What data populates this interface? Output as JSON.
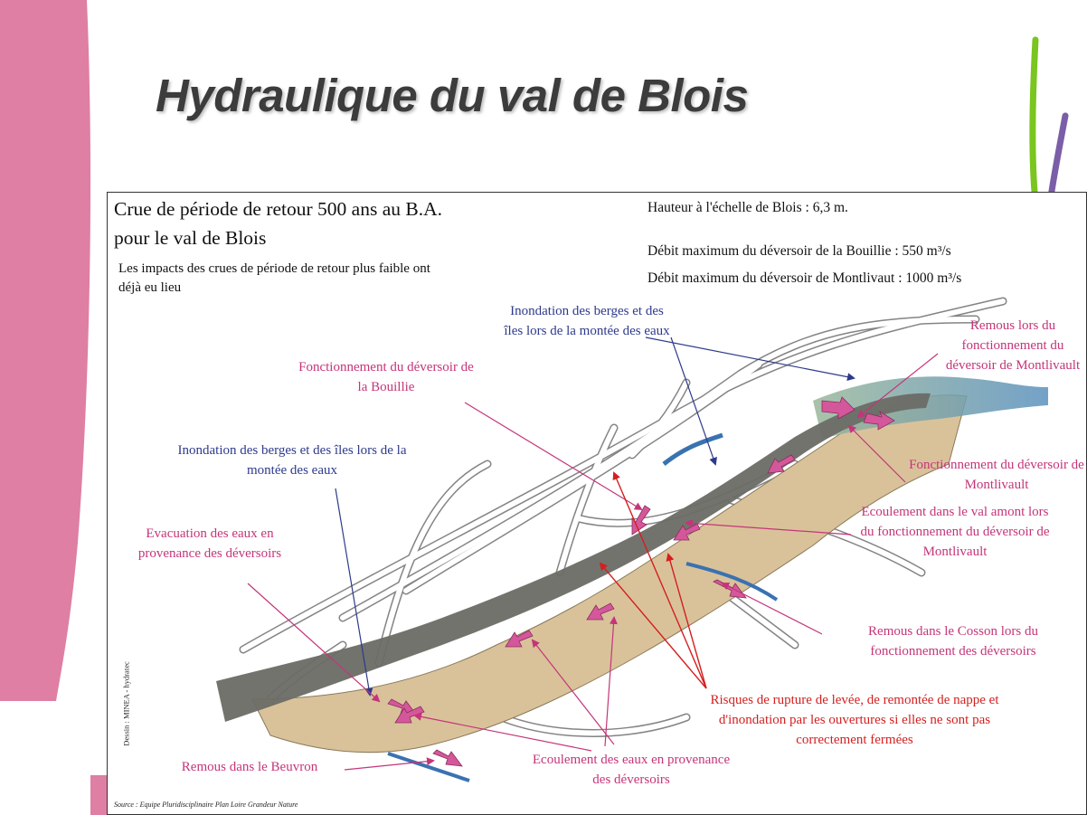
{
  "slide": {
    "title": "Hydraulique du val de Blois",
    "colors": {
      "pink_bar": "#de7fa3",
      "green_line": "#7ac51f",
      "purple_line": "#7b5ea7",
      "label_pink": "#c43579",
      "label_blue": "#2d3a8c",
      "label_red": "#d41f1f",
      "flood_zone": "#d9c29a",
      "river": "#6b6b66",
      "water_blue": "#3a72b0"
    }
  },
  "map": {
    "heading_line1": "Crue de période de retour 500 ans au B.A.",
    "heading_line2": "pour le val de Blois",
    "note": "Les impacts des crues de période de retour plus faible ont déjà eu lieu",
    "info": {
      "hauteur": "Hauteur à l'échelle de Blois : 6,3 m.",
      "debit_bouillie": "Débit maximum du déversoir de la Bouillie : 550 m³/s",
      "debit_montlivault": "Débit maximum du déversoir de Montlivaut : 1000 m³/s"
    },
    "labels": {
      "inondation_top": "Inondation des berges et des îles lors de la montée des eaux",
      "remous_montlivault": "Remous lors du fonctionnement du déversoir de Montlivault",
      "fonct_bouillie": "Fonctionnement du déversoir de la Bouillie",
      "inondation_left": "Inondation des berges et des îles lors de la montée des eaux",
      "fonct_montlivault": "Fonctionnement du déversoir de Montlivault",
      "evacuation": "Evacuation des eaux en provenance des déversoirs",
      "ecoulement_val": "Ecoulement dans le val amont lors du fonctionnement du déversoir de Montlivault",
      "remous_cosson": "Remous dans le Cosson lors du fonctionnement des déversoirs",
      "risques": "Risques de rupture de levée, de remontée de nappe et d'inondation par les ouvertures si elles ne sont pas correctement fermées",
      "ecoulement_deversoirs": "Ecoulement des eaux en provenance des déversoirs",
      "remous_beuvron": "Remous dans le Beuvron"
    },
    "source": "Source : Equipe Pluridisciplinaire Plan Loire Grandeur Nature",
    "credit": "Dessin : MINEA - hydratec"
  }
}
